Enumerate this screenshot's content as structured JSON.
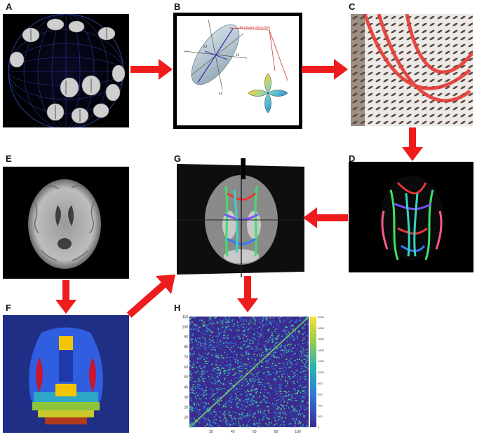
{
  "panels": {
    "a": {
      "label": "A"
    },
    "b": {
      "label": "B",
      "annotation": "dominant direction",
      "axis1": "λ1",
      "axis2": "λ2",
      "axis3": "λ3"
    },
    "c": {
      "label": "C"
    },
    "d": {
      "label": "D"
    },
    "e": {
      "label": "E"
    },
    "f": {
      "label": "F"
    },
    "g": {
      "label": "G"
    },
    "h": {
      "label": "H"
    }
  },
  "heatmap": {
    "y_ticks": [
      "110",
      "100",
      "90",
      "80",
      "70",
      "60",
      "50",
      "40",
      "30",
      "20",
      "10"
    ],
    "x_ticks": [
      "20",
      "40",
      "60",
      "80",
      "100"
    ],
    "colorbar_ticks": [
      "2000",
      "1800",
      "1600",
      "1400",
      "1200",
      "1000",
      "800",
      "600",
      "400",
      "200",
      "0"
    ]
  },
  "colors": {
    "arrow": "#ee1c1c",
    "heatmap_bg": "#3b2b8f",
    "atlas_bg": "#1f2f86"
  }
}
